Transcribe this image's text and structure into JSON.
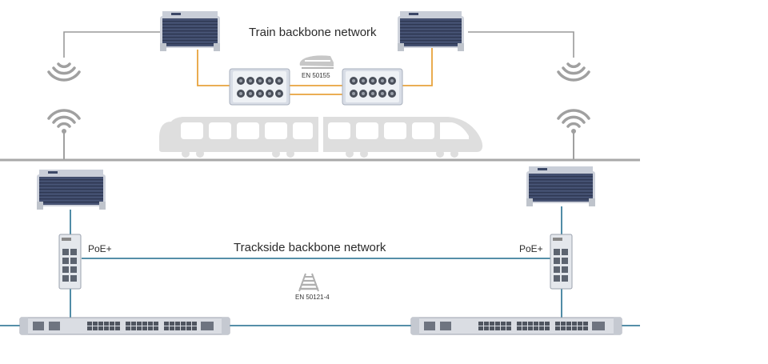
{
  "labels": {
    "train_network": "Train backbone network",
    "trackside_network": "Trackside backbone network",
    "train_standard": "EN 50155",
    "track_standard": "EN 50121-4",
    "poe_left": "PoE+",
    "poe_right": "PoE+"
  },
  "colors": {
    "train_link": "#e8a33c",
    "trackside_link": "#3d7f9c",
    "uplink": "#9a9a9a",
    "ground": "#a8a8a8",
    "device_dark": "#47557a",
    "train_body": "#dedede"
  }
}
